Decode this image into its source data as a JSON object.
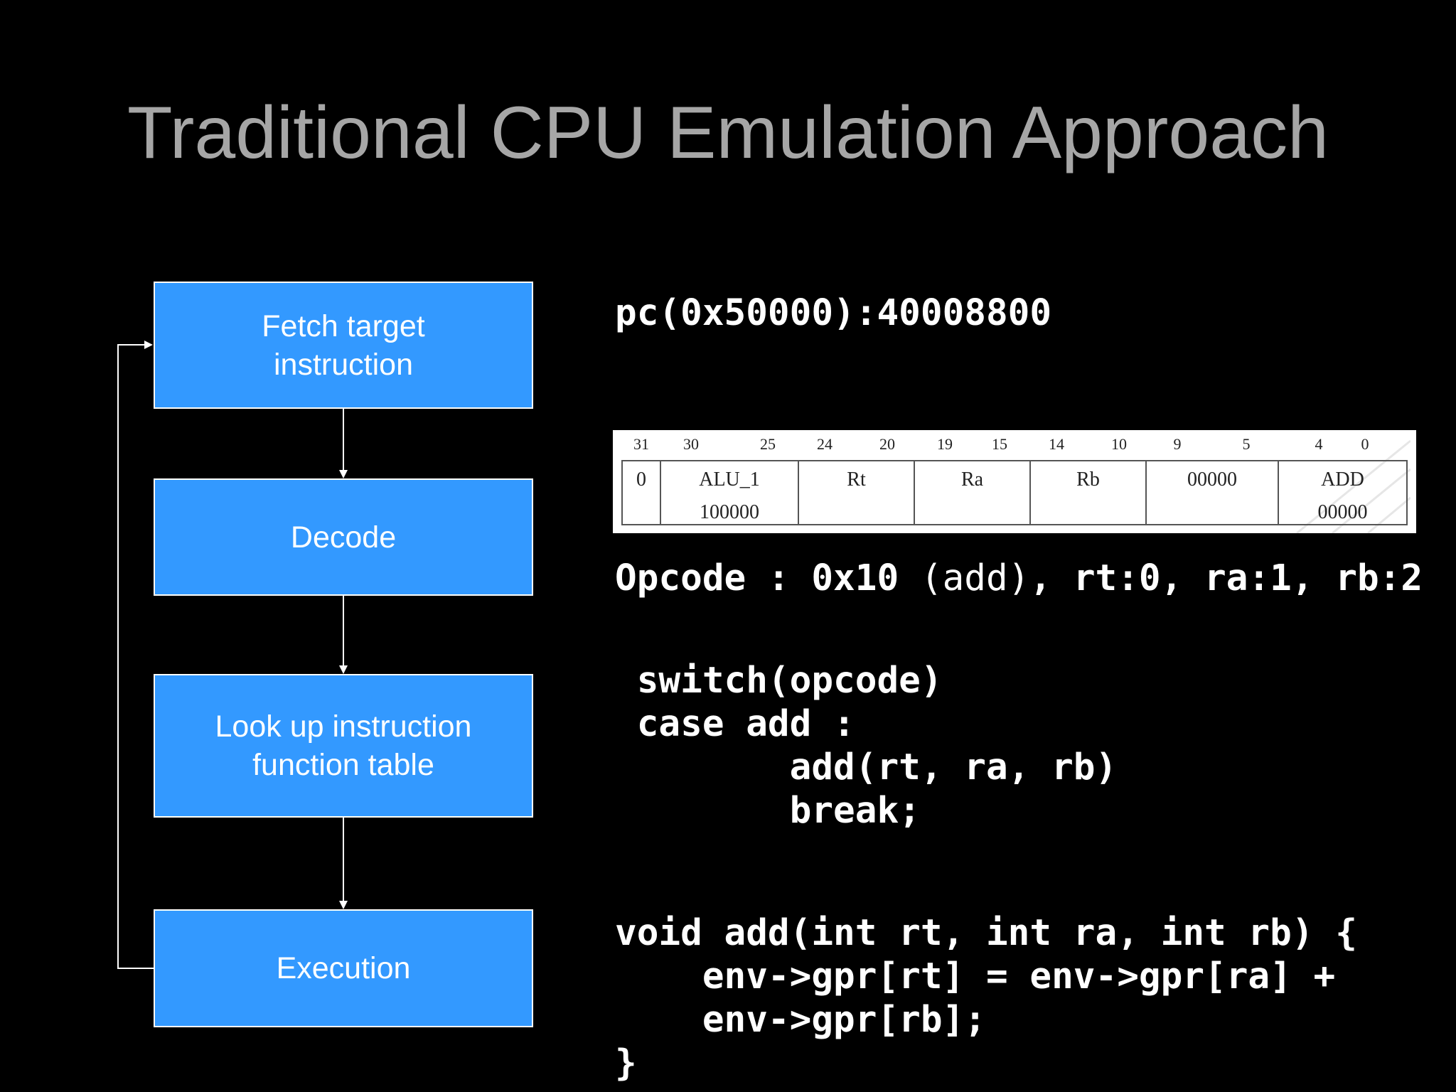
{
  "title": "Traditional CPU Emulation Approach",
  "flowchart": {
    "steps": [
      "Fetch target\ninstruction",
      "Decode",
      "Look up instruction\nfunction table",
      "Execution"
    ]
  },
  "pc_line": "pc(0x50000):40008800",
  "encoding": {
    "bit_labels": [
      "31",
      "30",
      "25",
      "24",
      "20",
      "19",
      "15",
      "14",
      "10",
      "9",
      "5",
      "4",
      "0"
    ],
    "fields": [
      {
        "line1": "0",
        "line2": ""
      },
      {
        "line1": "ALU_1",
        "line2": "100000"
      },
      {
        "line1": "Rt",
        "line2": ""
      },
      {
        "line1": "Ra",
        "line2": ""
      },
      {
        "line1": "Rb",
        "line2": ""
      },
      {
        "line1": "00000",
        "line2": ""
      },
      {
        "line1": "ADD",
        "line2": "00000"
      }
    ]
  },
  "opcode_line": {
    "prefix": "Opcode : 0x10 ",
    "mnemonic": "(add)",
    "suffix": ", rt:0, ra:1, rb:2"
  },
  "switch_code": " switch(opcode)\n case add :\n        add(rt, ra, rb)\n        break;",
  "function_code": "void add(int rt, int ra, int rb) {\n    env->gpr[rt] = env->gpr[ra] +\n    env->gpr[rb];\n}",
  "colors": {
    "background": "#000000",
    "title": "#a6a6a6",
    "box_fill": "#3399ff",
    "text": "#ffffff"
  }
}
